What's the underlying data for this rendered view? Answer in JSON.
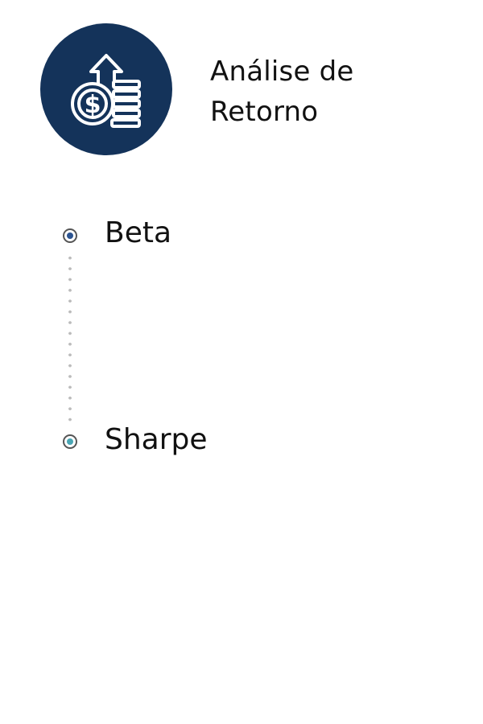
{
  "header": {
    "title_line1": "Análise de",
    "title_line2": "Retorno",
    "icon": "money-growth-icon",
    "circle_color": "#14335a"
  },
  "timeline": {
    "items": [
      {
        "label": "Beta",
        "dot_color": "#2c5491"
      },
      {
        "label": "Sharpe",
        "dot_color": "#4aa6b4"
      }
    ]
  }
}
